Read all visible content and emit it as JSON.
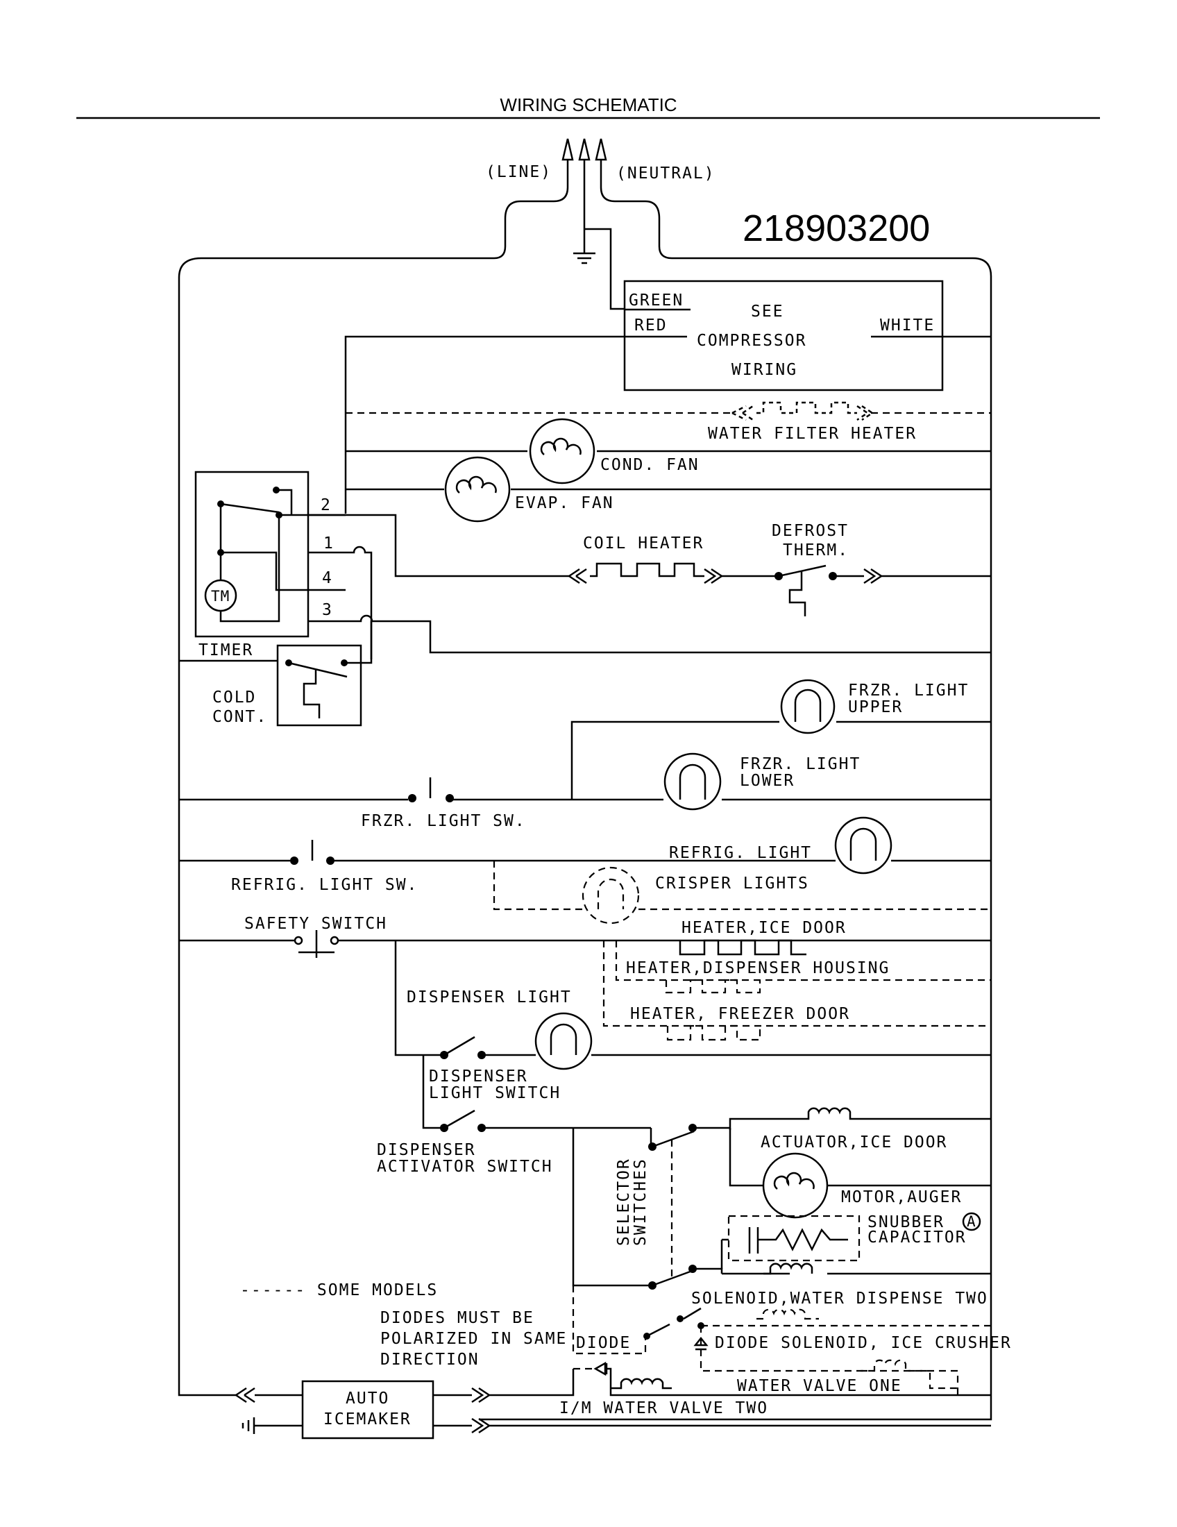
{
  "title": "WIRING SCHEMATIC",
  "part_number": "218903200",
  "supply": {
    "line": "(LINE)",
    "neutral": "(NEUTRAL)"
  },
  "compressor_box": {
    "green": "GREEN",
    "red": "RED",
    "white": "WHITE",
    "line1": "SEE",
    "line2": "COMPRESSOR",
    "line3": "WIRING"
  },
  "labels": {
    "water_filter_heater": "WATER FILTER HEATER",
    "cond_fan": "COND. FAN",
    "evap_fan": "EVAP. FAN",
    "coil_heater": "COIL HEATER",
    "defrost_1": "DEFROST",
    "defrost_2": "THERM.",
    "timer": "TIMER",
    "tm": "TM",
    "t2": "2",
    "t1": "1",
    "t4": "4",
    "t3": "3",
    "cold_1": "COLD",
    "cold_2": "CONT.",
    "frzr_upper_1": "FRZR. LIGHT",
    "frzr_upper_2": "UPPER",
    "frzr_lower_1": "FRZR. LIGHT",
    "frzr_lower_2": "LOWER",
    "frzr_light_sw": "FRZR. LIGHT SW.",
    "refrig_light": "REFRIG. LIGHT",
    "refrig_light_sw": "REFRIG. LIGHT SW.",
    "crisper_lights": "CRISPER LIGHTS",
    "safety_switch": "SAFETY SWITCH",
    "heater_ice_door": "HEATER,ICE DOOR",
    "heater_dispenser_housing": "HEATER,DISPENSER HOUSING",
    "heater_freezer_door": "HEATER, FREEZER DOOR",
    "dispenser_light": "DISPENSER LIGHT",
    "dispenser_light_sw_1": "DISPENSER",
    "dispenser_light_sw_2": "LIGHT SWITCH",
    "dispenser_act_1": "DISPENSER",
    "dispenser_act_2": "ACTIVATOR SWITCH",
    "selector_1": "SELECTOR",
    "selector_2": "SWITCHES",
    "actuator_ice_door": "ACTUATOR,ICE DOOR",
    "motor_auger": "MOTOR,AUGER",
    "snubber_1": "SNUBBER",
    "snubber_2": "CAPACITOR",
    "snubber_mark": "A",
    "solenoid_two": "SOLENOID,WATER DISPENSE TWO",
    "diode_solenoid": "DIODE SOLENOID, ICE CRUSHER",
    "diode": "DIODE",
    "water_valve_one": "WATER VALVE ONE",
    "some_models": "------ SOME MODELS",
    "polarized_1": "DIODES MUST BE",
    "polarized_2": "POLARIZED IN SAME",
    "polarized_3": "DIRECTION",
    "auto_icemaker_1": "AUTO",
    "auto_icemaker_2": "ICEMAKER",
    "im_water_valve": "I/M WATER VALVE TWO"
  }
}
